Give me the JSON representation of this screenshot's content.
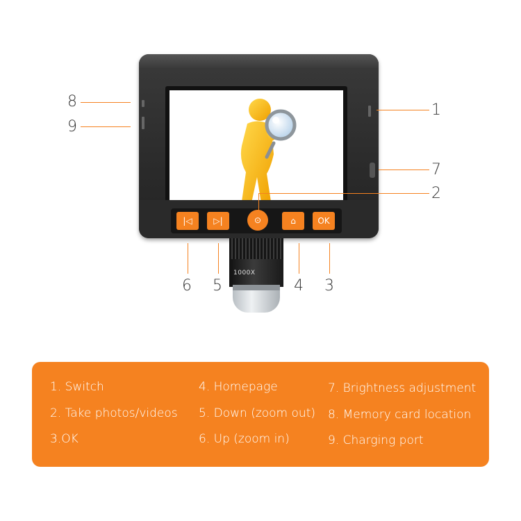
{
  "device": {
    "lens_label": "1000X",
    "keys": {
      "key_6_glyph": "|◁",
      "key_5_glyph": "▷|",
      "key_2_glyph": "⊙",
      "key_4_glyph": "⌂",
      "key_3_glyph": "OK"
    }
  },
  "callouts": {
    "c1": "1",
    "c2": "2",
    "c3": "3",
    "c4": "4",
    "c5": "5",
    "c6": "6",
    "c7": "7",
    "c8": "8",
    "c9": "9"
  },
  "legend": {
    "col1": [
      "1. Switch",
      "2. Take photos/videos",
      "3.OK"
    ],
    "col2": [
      "4. Homepage",
      "5. Down (zoom out)",
      "6. Up (zoom in)"
    ],
    "col3": [
      "7. Brightness adjustment",
      "8. Memory card location",
      "9. Charging port"
    ]
  },
  "colors": {
    "accent": "#f58220",
    "figure": "#f4b400",
    "device": "#2b2b2b"
  }
}
